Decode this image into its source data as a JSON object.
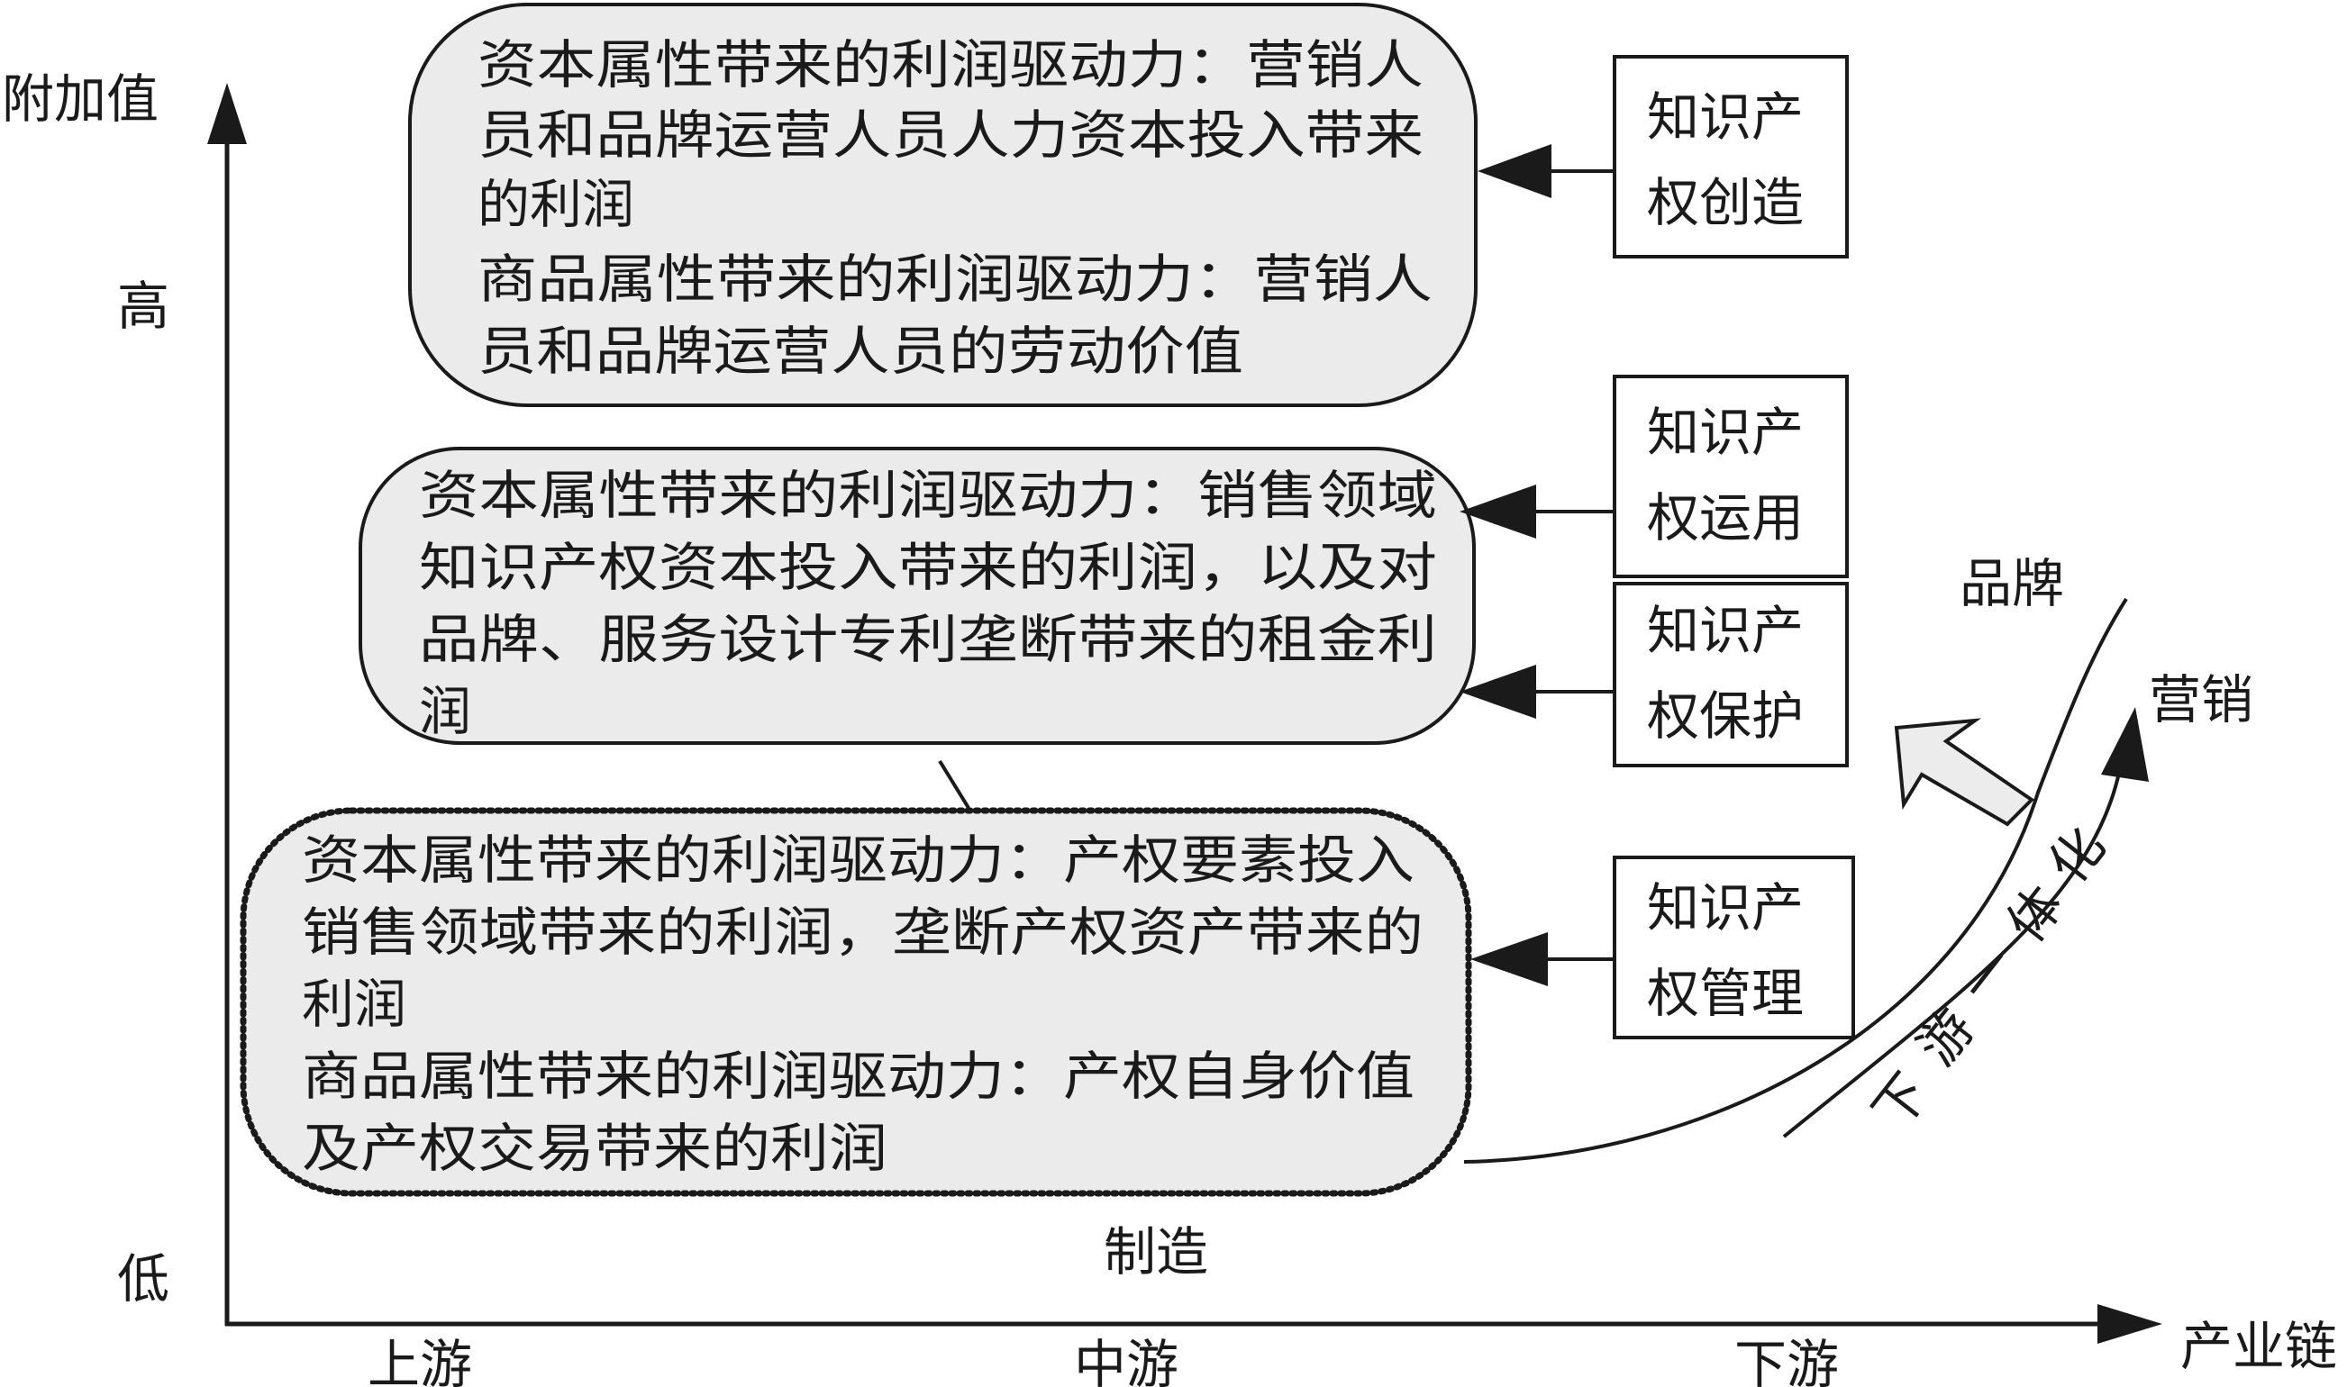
{
  "axis": {
    "y_label": "附加值",
    "y_high": "高",
    "y_low": "低",
    "x_label": "产业链",
    "x_upstream": "上游",
    "x_midstream": "中游",
    "x_downstream": "下游"
  },
  "profit_boxes": {
    "top": [
      "资本属性带来的利润驱动力：营销人",
      "员和品牌运营人员人力资本投入带来",
      "的利润",
      "商品属性带来的利润驱动力：营销人",
      "员和品牌运营人员的劳动价值"
    ],
    "middle": [
      "资本属性带来的利润驱动力：销售领域",
      "知识产权资本投入带来的利润，以及对",
      "品牌、服务设计专利垄断带来的租金利",
      "润"
    ],
    "bottom": [
      "资本属性带来的利润驱动力：产权要素投入",
      "销售领域带来的利润，垄断产权资产带来的",
      "利润",
      "商品属性带来的利润驱动力：产权自身价值",
      "及产权交易带来的利润"
    ]
  },
  "ip_boxes": {
    "creation": [
      "知识产",
      "权创造"
    ],
    "application": [
      "知识产",
      "权运用"
    ],
    "protection": [
      "知识产",
      "权保护"
    ],
    "management": [
      "知识产",
      "权管理"
    ]
  },
  "curve_labels": {
    "manufacturing": "制造",
    "brand": "品牌",
    "marketing": "营销",
    "downstream_integration": [
      "下",
      "游",
      "一",
      "体",
      "化"
    ]
  },
  "colors": {
    "box_fill": "#ebebeb",
    "stroke": "#1a1a1a",
    "big_arrow_fill": "#ececec"
  }
}
